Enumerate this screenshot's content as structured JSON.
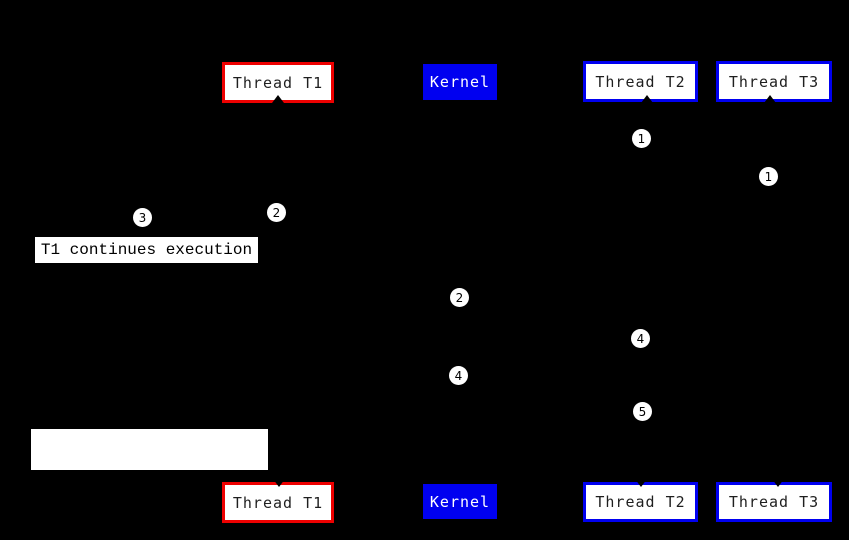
{
  "canvas": {
    "background": "#000000"
  },
  "colors": {
    "thread_t1_border": "#ee0000",
    "thread_t2_t3_border": "#0000f0",
    "kernel_background": "#0000f0",
    "kernel_text": "#ffffff",
    "box_background": "#ffffff",
    "box_text": "#1f1f1f",
    "marker_background": "#ffffff",
    "marker_text": "#000000"
  },
  "top_row": {
    "thread_t1": "Thread T1",
    "kernel": "Kernel",
    "thread_t2": "Thread T2",
    "thread_t3": "Thread T3"
  },
  "bottom_row": {
    "thread_t1": "Thread T1",
    "kernel": "Kernel",
    "thread_t2": "Thread T2",
    "thread_t3": "Thread T3"
  },
  "annotations": {
    "t1_continues": "T1 continues execution"
  },
  "markers": [
    {
      "value": "1"
    },
    {
      "value": "1"
    },
    {
      "value": "2"
    },
    {
      "value": "3"
    },
    {
      "value": "2"
    },
    {
      "value": "4"
    },
    {
      "value": "4"
    },
    {
      "value": "5"
    }
  ]
}
